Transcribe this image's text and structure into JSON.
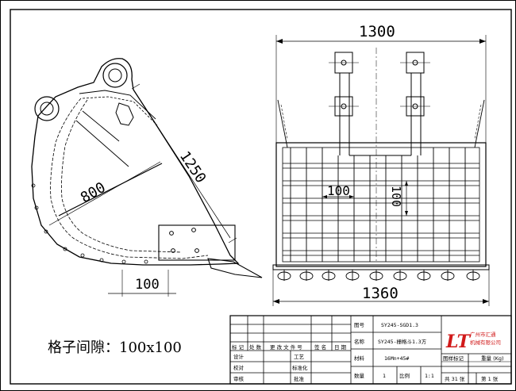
{
  "dimensions": {
    "side_length": "1250",
    "side_depth": "800",
    "side_tooth": "100",
    "front_width_top": "1300",
    "front_width_bottom": "1360",
    "grid_horizontal": "100",
    "grid_vertical": "100"
  },
  "note": "格子间隙：100x100",
  "title_block": {
    "drawing_no_label": "图号",
    "drawing_no": "SY245-SGD1.3",
    "name_label": "名称",
    "name": "SY245-栅格斗1.3方",
    "material_label": "材料",
    "material": "16Mn+45#",
    "qty_label": "数量",
    "qty": "1",
    "scale_label": "比例",
    "scale": "1:1",
    "mark_label": "图样标记",
    "weight_label": "重量 (Kg)",
    "total_sheets": "共 31 张",
    "sheet_no": "第 1 张",
    "company_line1": "广州市汇通",
    "company_line2": "机械有限公司",
    "logo_text": "LT",
    "rev_headers": [
      "标 记",
      "处 数",
      "更 改 文 件 号",
      "签 名",
      "日 期"
    ],
    "design_label": "设计",
    "check_label": "校对",
    "review_label": "审核",
    "process_label": "工艺",
    "standard_label": "标准化",
    "approve_label": "批准"
  },
  "colors": {
    "line": "#000000",
    "logo_red": "#d11a1a"
  }
}
